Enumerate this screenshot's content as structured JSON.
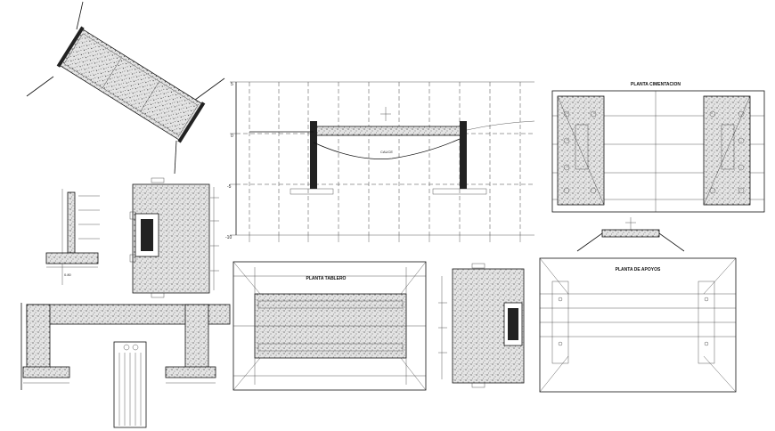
{
  "drawings": {
    "planta_cimentacion": {
      "title": "PLANTA CIMENTACION"
    },
    "planta_tablero": {
      "title": "PLANTA TABLERO"
    },
    "planta_apoyos": {
      "title": "PLANTA DE APOYOS"
    },
    "elevation": {
      "level_top": "5",
      "level_zero": "0",
      "level_mid": "-5",
      "level_bottom": "-10",
      "cauce_label": "CAUCE"
    }
  },
  "colors": {
    "ink": "#111111",
    "paper": "#ffffff"
  }
}
